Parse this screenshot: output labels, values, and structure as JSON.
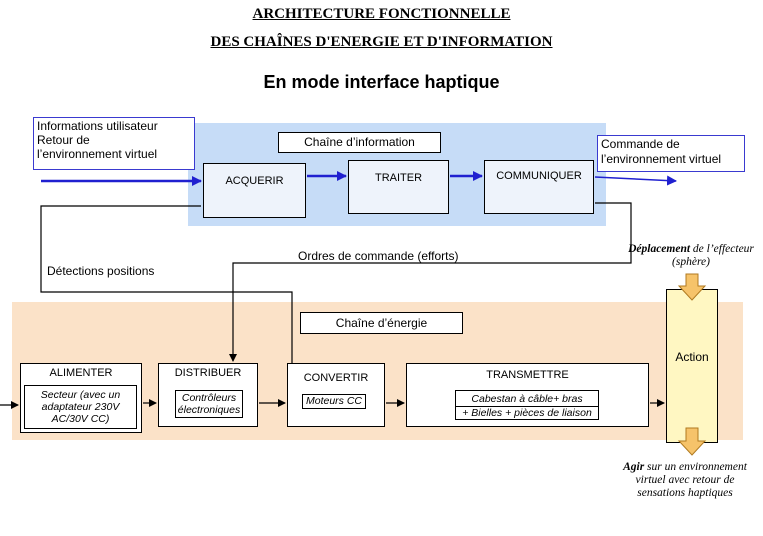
{
  "header": {
    "title_line1": "ARCHITECTURE FONCTIONNELLE",
    "title_line2": "DES CHAÎNES D'ENERGIE ET D'INFORMATION",
    "subtitle": "En mode interface haptique"
  },
  "info_chain": {
    "label": "Chaîne d’information",
    "input_text": "Informations utilisateur\nRetour de\nl’environnement virtuel",
    "output_text": "Commande de\nl’environnement virtuel",
    "blocks": [
      "ACQUERIR",
      "TRAITER",
      "COMMUNIQUER"
    ]
  },
  "links": {
    "ordres": "Ordres de commande (efforts)",
    "detections": "Détections positions"
  },
  "energy_chain": {
    "label": "Chaîne d’énergie",
    "alimenter": {
      "title": "ALIMENTER",
      "detail": "Secteur (avec un adaptateur 230V AC/30V CC)"
    },
    "distribuer": {
      "title": "DISTRIBUER",
      "detail": "Contrôleurs électroniques"
    },
    "convertir": {
      "title": "CONVERTIR",
      "detail": "Moteurs CC"
    },
    "transmettre": {
      "title": "TRANSMETTRE",
      "detail_line1": "Cabestan à câble+ bras",
      "detail_line2": "+ Bielles  + pièces de liaison"
    },
    "action": "Action"
  },
  "notes": {
    "top_bold": "Déplacement",
    "top_rest": " de l’effecteur (sphère)",
    "bottom_bold": "Agir",
    "bottom_rest": " sur un environnement virtuel avec retour de sensations haptiques"
  },
  "colors": {
    "info_zone": "#c6dcf7",
    "energy_zone": "#fbe2c8",
    "block_fill": "#eef3fb",
    "action_fill": "#fff7c2",
    "arrow_blue": "#2020d0",
    "arrow_orange": "#f6c36a"
  }
}
